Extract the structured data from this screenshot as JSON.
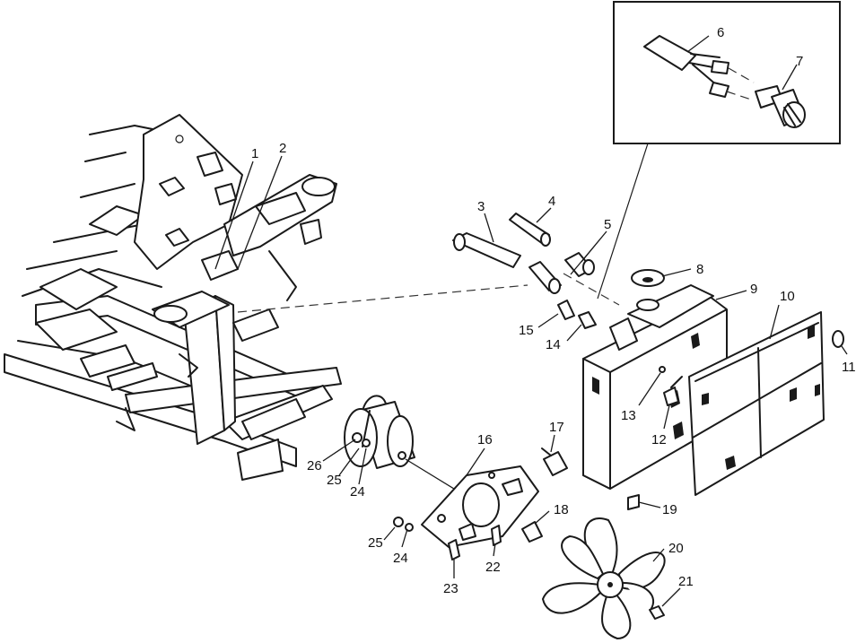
{
  "callouts": {
    "c1": "1",
    "c2": "2",
    "c3": "3",
    "c4": "4",
    "c5": "5",
    "c6": "6",
    "c7": "7",
    "c8": "8",
    "c9": "9",
    "c10": "10",
    "c11": "11",
    "c12": "12",
    "c13": "13",
    "c14": "14",
    "c15": "15",
    "c16": "16",
    "c17": "17",
    "c18": "18",
    "c19": "19",
    "c20": "20",
    "c21": "21",
    "c22": "22",
    "c23": "23",
    "c24a": "24",
    "c24b": "24",
    "c25a": "25",
    "c25b": "25",
    "c26": "26"
  }
}
